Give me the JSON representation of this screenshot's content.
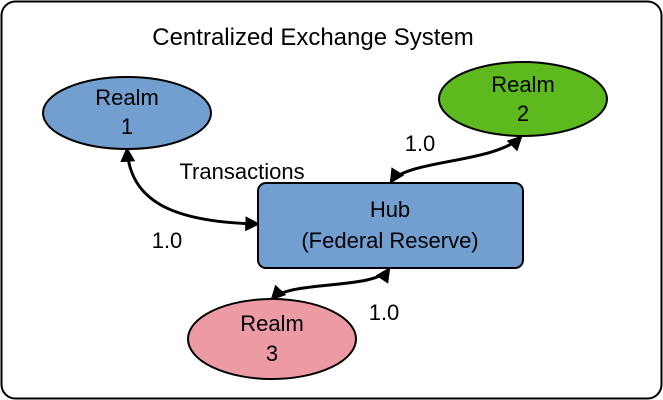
{
  "title": "Centralized Exchange System",
  "nodes": {
    "realm1": {
      "line1": "Realm",
      "line2": "1",
      "fill": "#729fcf"
    },
    "realm2": {
      "line1": "Realm",
      "line2": "2",
      "fill": "#5eb91e"
    },
    "realm3": {
      "line1": "Realm",
      "line2": "3",
      "fill": "#ec9ba4"
    },
    "hub": {
      "line1": "Hub",
      "line2": "(Federal Reserve)",
      "fill": "#729fcf"
    }
  },
  "edges": {
    "realm1_hub": "1.0",
    "realm2_hub": "1.0",
    "realm3_hub": "1.0"
  },
  "transactions_label": "Transactions",
  "colors": {
    "stroke": "#000000",
    "background": "#ffffff"
  }
}
